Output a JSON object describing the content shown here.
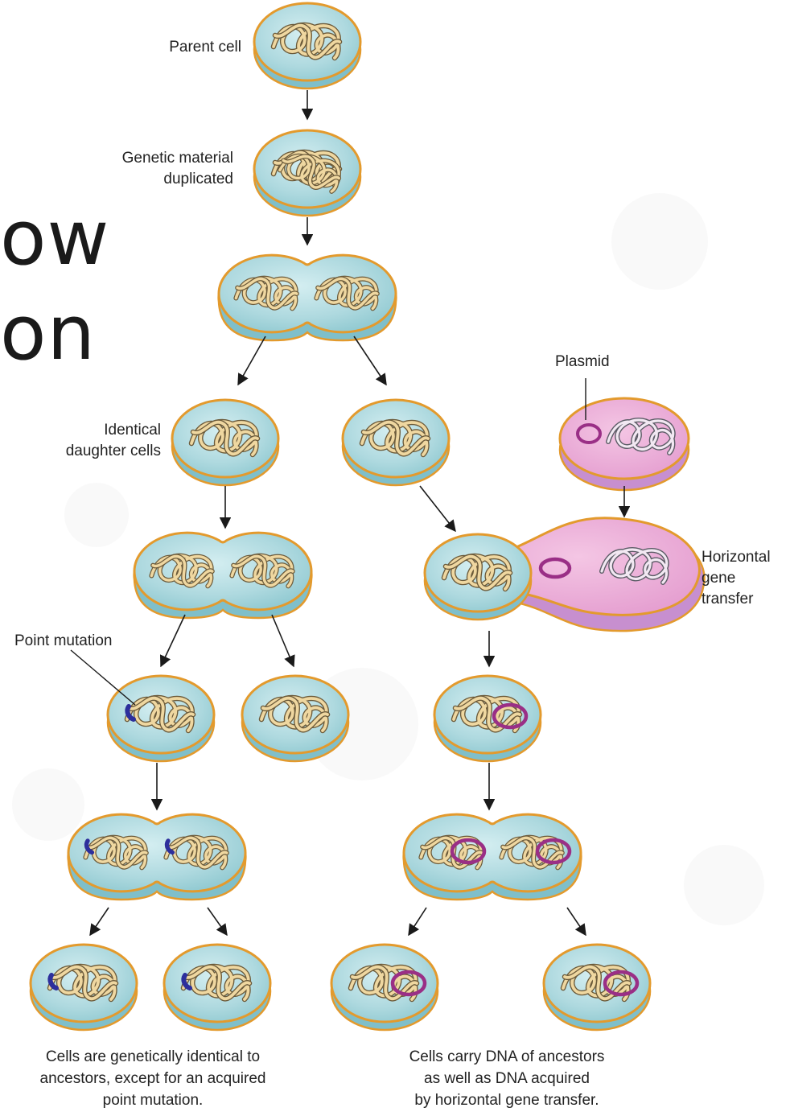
{
  "slide_fragment": {
    "line1": "ow",
    "line2": "on"
  },
  "labels": {
    "parent_cell": "Parent cell",
    "genetic_material": [
      "Genetic material",
      "duplicated"
    ],
    "identical_daughter": [
      "Identical",
      "daughter cells"
    ],
    "plasmid": "Plasmid",
    "horizontal_gene_transfer": [
      "Horizontal",
      "gene",
      "transfer"
    ],
    "point_mutation": "Point mutation"
  },
  "captions": {
    "left": [
      "Cells are genetically identical to",
      "ancestors, except for an acquired",
      "point mutation."
    ],
    "right": [
      "Cells carry DNA of ancestors",
      "as well as DNA acquired",
      "by horizontal gene transfer."
    ]
  },
  "colors": {
    "cell_fill": "#a9d6dc",
    "cell_rim": "#7bbcc6",
    "cell_outline": "#e39a2d",
    "dna": "#c9a35a",
    "plasmid_cell_fill": "#e59fcf",
    "plasmid_rim": "#c57fc4",
    "plasmid_ring": "#9a2f86",
    "mutation": "#2d2f9c"
  }
}
